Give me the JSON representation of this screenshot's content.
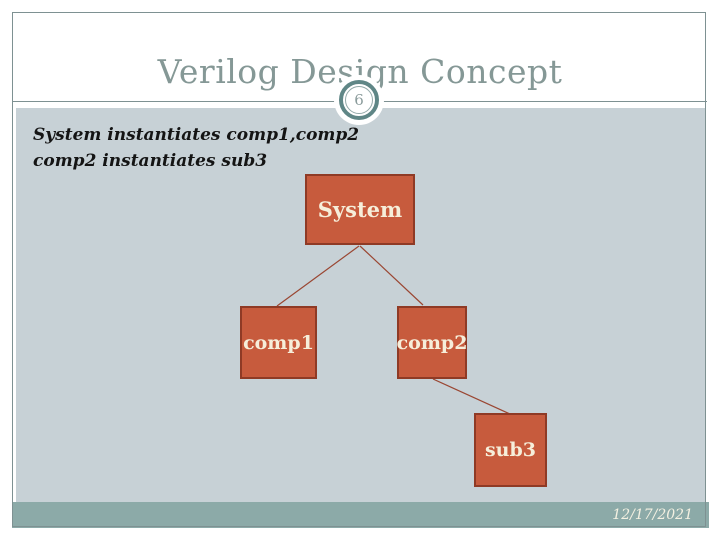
{
  "slide": {
    "title": "Verilog Design Concept",
    "page_number": "6",
    "body_lines": [
      "System instantiates comp1,comp2",
      "comp2 instantiates sub3"
    ],
    "footer_date": "12/17/2021"
  },
  "diagram": {
    "type": "hierarchy-tree",
    "nodes": [
      {
        "id": "system",
        "label": "System"
      },
      {
        "id": "comp1",
        "label": "comp1"
      },
      {
        "id": "comp2",
        "label": "comp2"
      },
      {
        "id": "sub3",
        "label": "sub3"
      }
    ],
    "edges": [
      {
        "from": "system",
        "to": "comp1"
      },
      {
        "from": "system",
        "to": "comp2"
      },
      {
        "from": "comp2",
        "to": "sub3"
      }
    ]
  },
  "colors": {
    "content_background": "#c7d1d6",
    "footer_bar": "#8caaa8",
    "node_fill": "#c75b3d",
    "node_border": "#8f3a25",
    "node_text": "#f6eeda",
    "connector_line": "#9a4632",
    "title_text": "#859896",
    "frame_border": "#7e9192",
    "badge_ring": "#5f8686"
  }
}
